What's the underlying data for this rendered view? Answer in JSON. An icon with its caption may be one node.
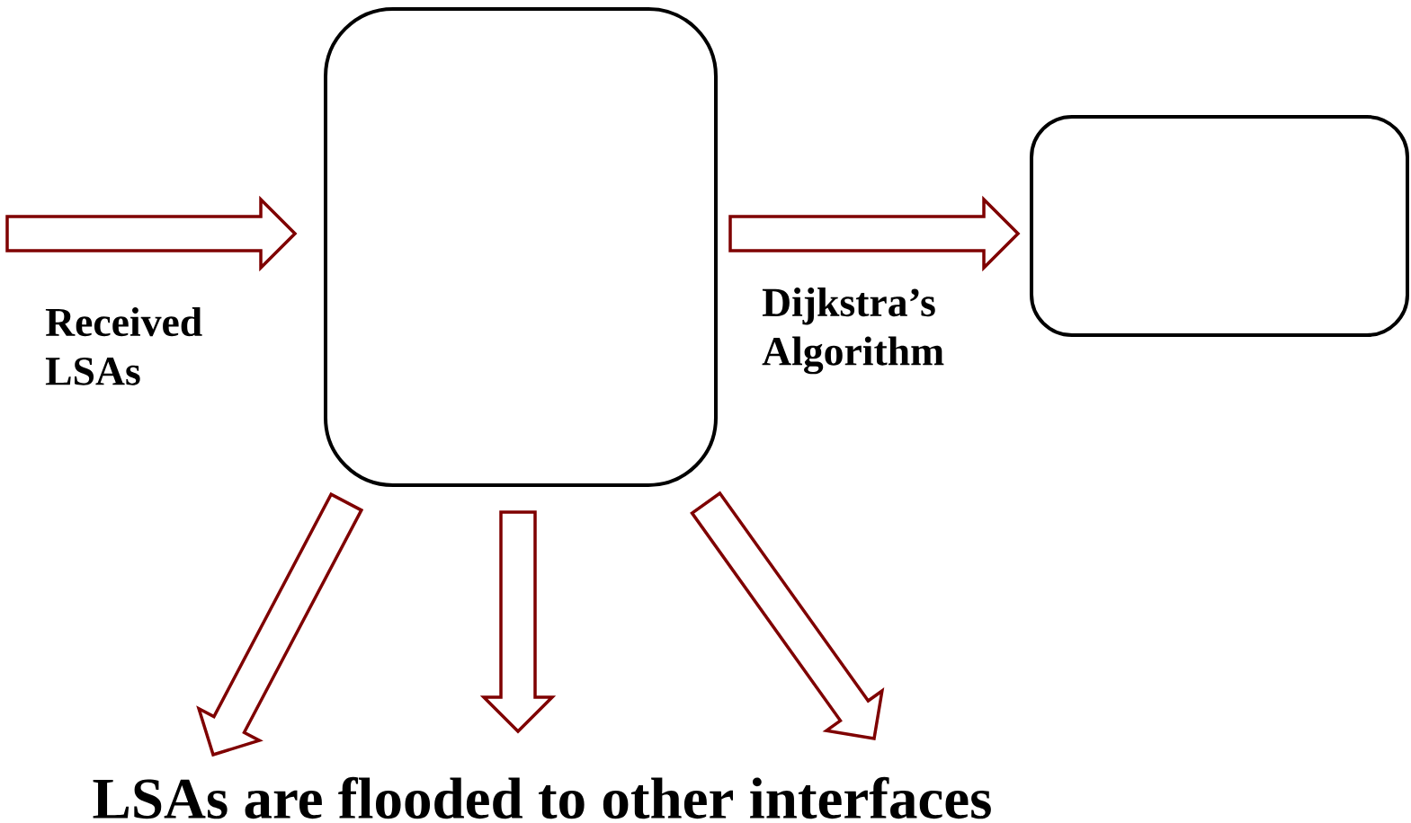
{
  "diagram": {
    "nodes": [
      {
        "text": [],
        "shape": "box"
      },
      {
        "text": [],
        "shape": "box"
      }
    ],
    "edges": [
      {
        "from": null,
        "to": 0,
        "arrow": "to",
        "label": "Received LSAs"
      },
      {
        "from": 0,
        "to": 1,
        "arrow": "to",
        "label": "Dijkstra’s Algorithm"
      },
      {
        "from": 0,
        "to": null,
        "arrow": "to"
      },
      {
        "from": 0,
        "to": null,
        "arrow": "to"
      },
      {
        "from": 0,
        "to": null,
        "arrow": "to"
      }
    ],
    "labels": [
      "LSAs are flooded to other interfaces"
    ]
  }
}
